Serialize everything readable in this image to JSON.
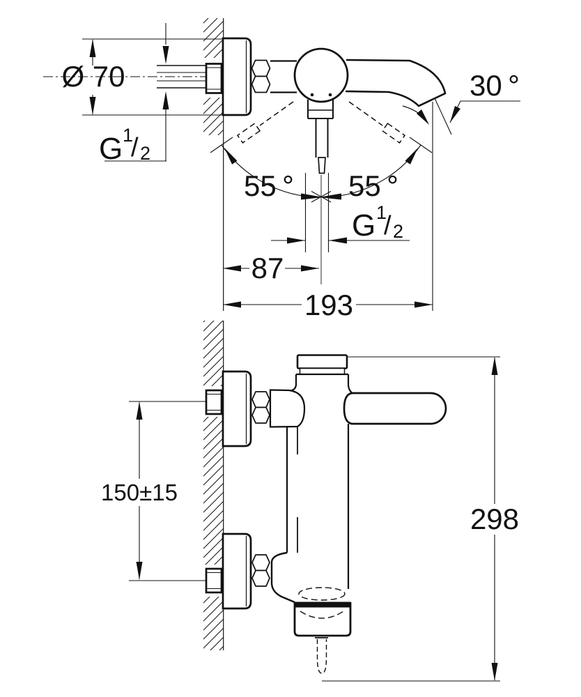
{
  "drawing": {
    "kind": "faucet installation dimension drawing, two views",
    "line_color": "#111111",
    "background": "#ffffff",
    "top_view": {
      "flange_diameter_label": "Ø 70",
      "wall_thread_label": {
        "letter": "G",
        "numerator": "1",
        "slash": "/",
        "denominator": "2"
      },
      "spout_angle_label": "30 °",
      "handle_swing_left_label": "55 °",
      "handle_swing_right_label": "55 °",
      "outlet_thread_label": {
        "letter": "G",
        "numerator": "1",
        "slash": "/",
        "denominator": "2"
      },
      "wall_to_handle_axis_label": "87",
      "wall_to_spout_tip_label": "193"
    },
    "front_view": {
      "inlet_centers_label": "150±15",
      "overall_height_label": "298"
    }
  }
}
